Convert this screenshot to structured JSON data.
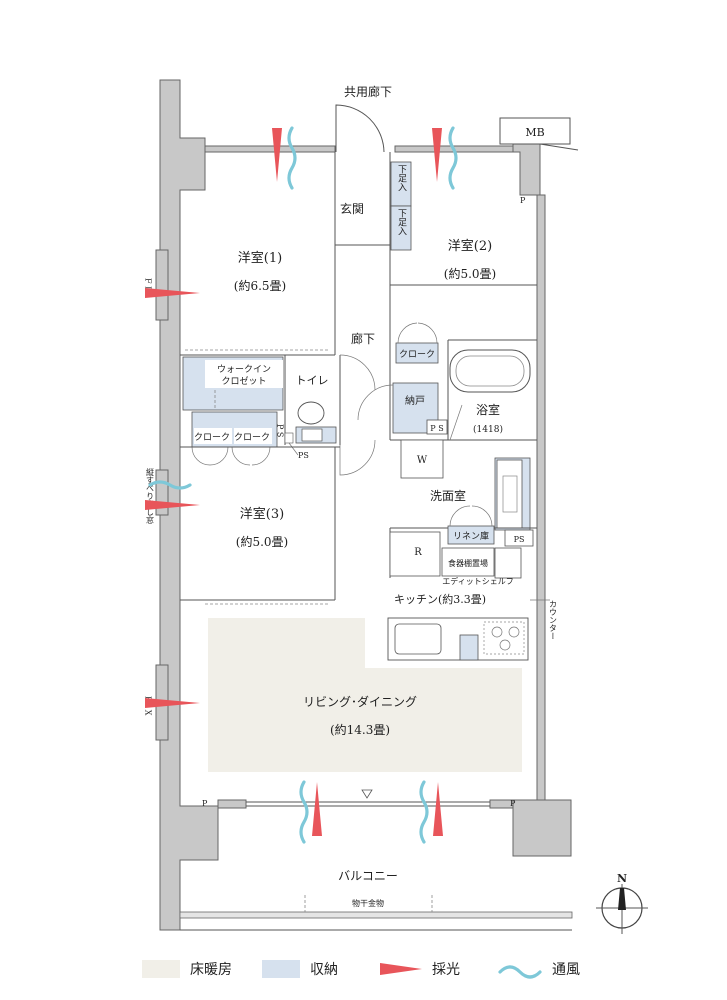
{
  "rooms": {
    "corridor_common": "共用廊下",
    "mb": "MB",
    "entrance": "玄関",
    "shoe1": "下足入",
    "shoe2": "下足入",
    "room1": "洋室(1)",
    "room1_size": "(約6.5畳)",
    "room2": "洋室(2)",
    "room2_size": "(約5.0畳)",
    "hall": "廊下",
    "cloak_hall": "クローク",
    "wic": "ウォークイン",
    "wic2": "クロゼット",
    "toilet": "トイレ",
    "storage": "納戸",
    "bath": "浴室",
    "bath_size": "(1418)",
    "cloak_a": "クローク",
    "cloak_b": "クローク",
    "ps_a": "P S",
    "ps_b": "PS",
    "ps_c": "PS",
    "ps_d": "PS",
    "washer": "W",
    "washroom": "洗面室",
    "linen": "リネン庫",
    "room3": "洋室(3)",
    "room3_size": "(約5.0畳)",
    "fridge": "R",
    "dish": "食器棚置場",
    "shelf": "エディットシェルフ",
    "kitchen": "キッチン(約3.3畳)",
    "counter": "カウンター",
    "ldk": "リビング･ダイニング",
    "ldk_size": "(約14.3畳)",
    "balcony": "バルコニー",
    "dryer": "物干金物",
    "fix1": "F I X",
    "fix2": "F I X",
    "slide_window": "縦すべり出し窓",
    "p1": "P",
    "p2": "P",
    "p3": "P",
    "compass_n": "N"
  },
  "legend": [
    {
      "label": "床暖房",
      "color": "#f1efe8"
    },
    {
      "label": "収納",
      "color": "#d6e1ee"
    },
    {
      "label": "採光",
      "color": "#e8555a"
    },
    {
      "label": "通風",
      "color": "#7ec8d8"
    }
  ]
}
